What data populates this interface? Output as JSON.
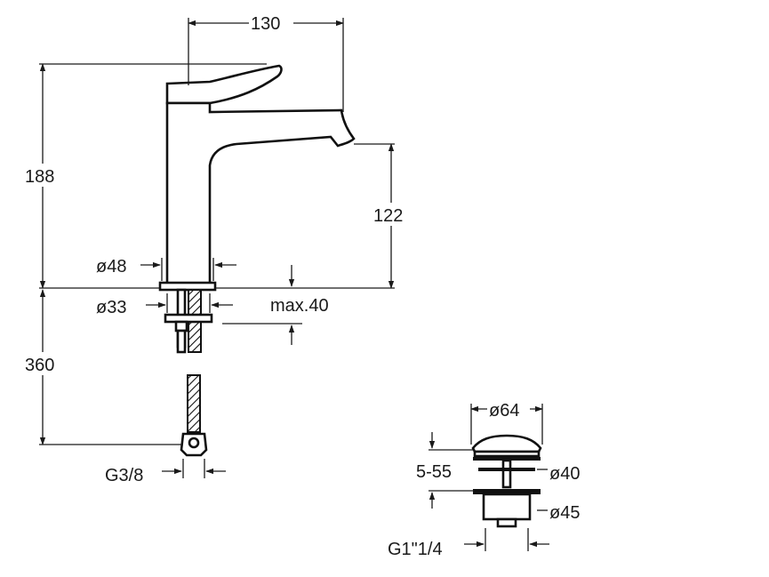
{
  "faucet": {
    "spout_reach": "130",
    "total_height": "188",
    "spout_height": "122",
    "base_diameter": "ø48",
    "shank_diameter": "ø33",
    "max_deck_thickness": "max.40",
    "hose_length": "360",
    "hose_connection": "G3/8"
  },
  "drain": {
    "cap_diameter": "ø64",
    "range": "5-55",
    "flange_diameter": "ø40",
    "body_diameter": "ø45",
    "thread": "G1\"1/4"
  }
}
